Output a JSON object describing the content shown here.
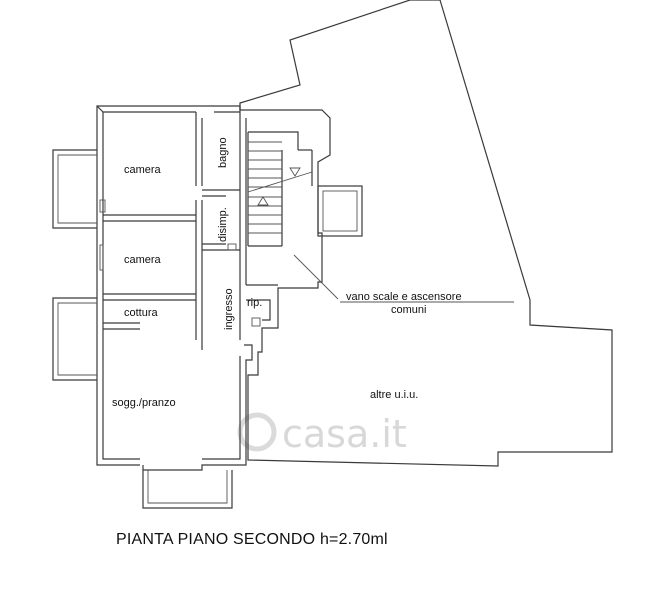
{
  "rooms": {
    "camera_1": "camera",
    "camera_2": "camera",
    "bagno": "bagno",
    "disimp": "disimp.",
    "ingresso": "ingresso",
    "rip": "rip.",
    "cottura": "cottura",
    "soggiorno": "sogg./pranzo",
    "stairs_line1": "vano scale e ascensore",
    "stairs_line2": "comuni",
    "other_units": "altre u.i.u."
  },
  "watermark": "casa.it",
  "title": "PIANTA PIANO SECONDO h=2.70ml"
}
